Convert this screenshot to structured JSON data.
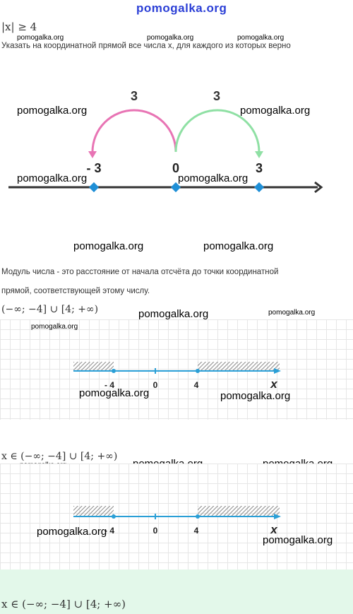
{
  "watermark": {
    "text": "pomogalka.org",
    "top": "pomogalka.org"
  },
  "header": {
    "inequality": "|x|  ≥  4",
    "task": "Указать на координатной прямой все числа x, для каждого из которых верно"
  },
  "diagram": {
    "arc_left_label": "3",
    "arc_right_label": "3",
    "point_left": "- 3",
    "point_zero": "0",
    "point_right": "3",
    "colors": {
      "left_arc": "#e874b4",
      "right_arc": "#8fe0a4",
      "axis": "#333333",
      "point": "#1f8fd6"
    }
  },
  "explanation": {
    "line1": "Модуль числа - это расстояние от начала отсчёта до точки координатной",
    "line2": "прямой, соответствующей этому числу."
  },
  "answer1": {
    "interval": "(−∞; −4] ∪ [4; +∞)"
  },
  "axis1": {
    "left": "- 4",
    "zero": "0",
    "right": "4",
    "var": "x"
  },
  "answer2": {
    "interval": "x  ∈  (−∞; −4] ∪ [4; +∞)"
  },
  "axis2": {
    "left": "- 4",
    "zero": "0",
    "right": "4",
    "var": "x"
  },
  "final": {
    "interval": "x  ∈  (−∞; −4] ∪ [4; +∞)",
    "bg": "#e3f8ea"
  }
}
